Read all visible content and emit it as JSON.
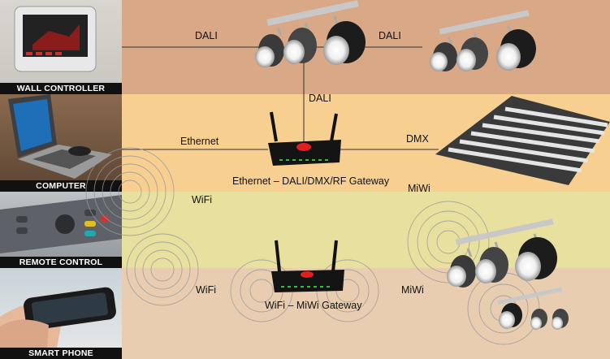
{
  "devices": [
    {
      "label": "WALL CONTROLLER"
    },
    {
      "label": "COMPUTER"
    },
    {
      "label": "REMOTE CONTROL"
    },
    {
      "label": "SMART PHONE"
    }
  ],
  "links": {
    "dali_left": "DALI",
    "dali_right": "DALI",
    "dali_down": "DALI",
    "ethernet": "Ethernet",
    "dmx": "DMX",
    "wifi_1": "WiFi",
    "wifi_2": "WiFi",
    "miwi_1": "MiWi",
    "miwi_2": "MiWi"
  },
  "gateways": {
    "ethernet_gateway": "Ethernet – DALI/DMX/RF Gateway",
    "wifi_gateway": "WiFi – MiWi Gateway"
  },
  "colors": {
    "dali_band": "#d8a887",
    "ethernet_band": "#f7cf91",
    "wifi_band": "#e8e09e",
    "miwi_band": "#e9cdb0"
  }
}
